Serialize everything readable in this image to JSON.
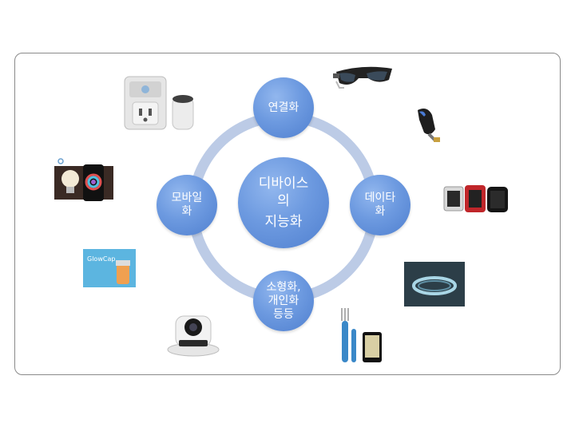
{
  "diagram": {
    "center": {
      "line1": "디바이스",
      "line2": "의",
      "line3": "지능화"
    },
    "nodes": {
      "top": {
        "line1": "연결화"
      },
      "right": {
        "line1": "데이타",
        "line2": "화"
      },
      "bottom": {
        "line1": "소형화,",
        "line2": "개인화",
        "line3": "등등"
      },
      "left": {
        "line1": "모바일",
        "line2": "화"
      }
    },
    "glowcap_label": "GlowCap",
    "colors": {
      "node": "#6d9ae0",
      "ring": "#bccbe6",
      "frame": "#8a8a8a"
    }
  }
}
